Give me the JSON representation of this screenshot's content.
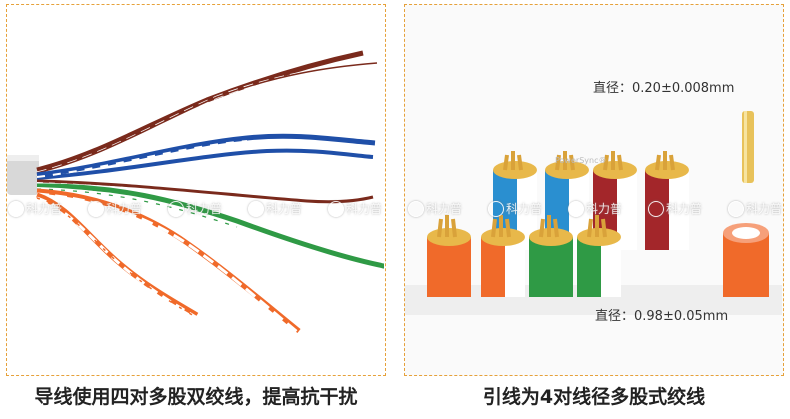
{
  "left_panel": {
    "caption": "导线使用四对多股双绞线，提高抗干扰"
  },
  "right_panel": {
    "caption": "引线为4对线径多股式绞线",
    "spec_top": "直径：0.20±0.008mm",
    "spec_bottom": "直径：0.98±0.05mm",
    "brand_mark": "PowerSync®"
  },
  "watermark": {
    "text": "科力普",
    "repeat_count": 10
  },
  "colors": {
    "border": "#e6a13a",
    "brown": "#7a2a1c",
    "blue": "#1f4fa8",
    "green": "#2f9a45",
    "orange": "#f06a2a",
    "gold": "#e8b84a",
    "red_jacket": "#a3262a",
    "blue_jacket": "#2a8fd0"
  }
}
